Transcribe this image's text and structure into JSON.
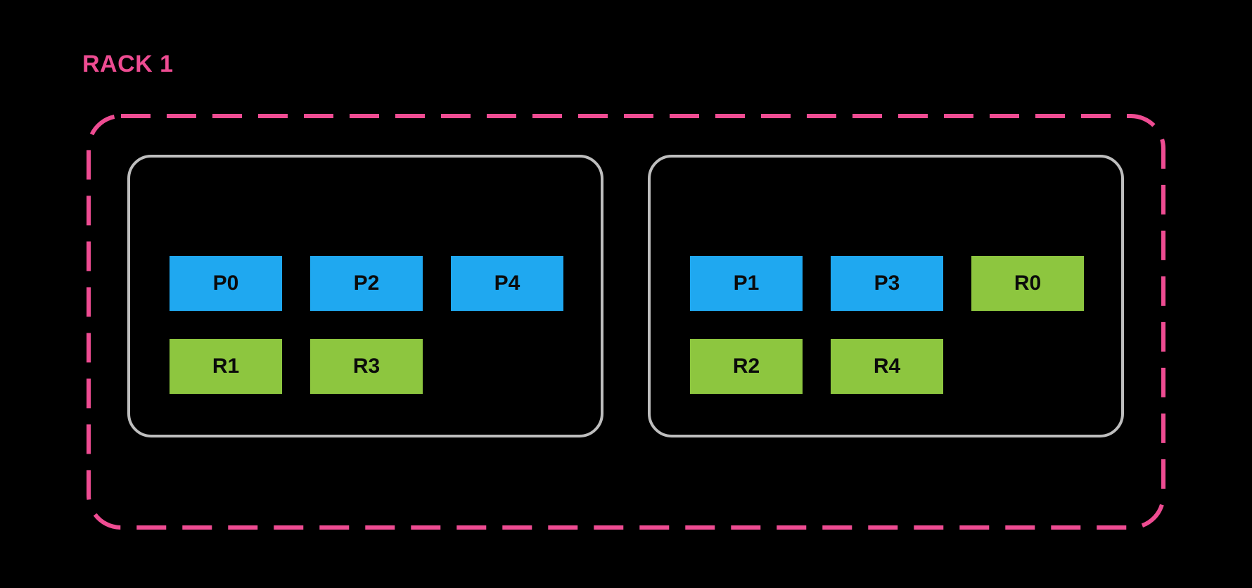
{
  "colors": {
    "background": "#000000",
    "rack_pink": "#EE4C92",
    "node_gray": "#BEBEBE",
    "primary_blue": "#1FA8F0",
    "replica_green": "#8DC63F",
    "label_black": "#0B0B0B"
  },
  "rack": {
    "label": "RACK 1"
  },
  "nodes": [
    {
      "rows": [
        {
          "chips": [
            {
              "label": "P0",
              "type": "primary"
            },
            {
              "label": "P2",
              "type": "primary"
            },
            {
              "label": "P4",
              "type": "primary"
            }
          ]
        },
        {
          "chips": [
            {
              "label": "R1",
              "type": "replica"
            },
            {
              "label": "R3",
              "type": "replica"
            }
          ]
        }
      ]
    },
    {
      "rows": [
        {
          "chips": [
            {
              "label": "P1",
              "type": "primary"
            },
            {
              "label": "P3",
              "type": "primary"
            },
            {
              "label": "R0",
              "type": "replica"
            }
          ]
        },
        {
          "chips": [
            {
              "label": "R2",
              "type": "replica"
            },
            {
              "label": "R4",
              "type": "replica"
            }
          ]
        }
      ]
    }
  ]
}
